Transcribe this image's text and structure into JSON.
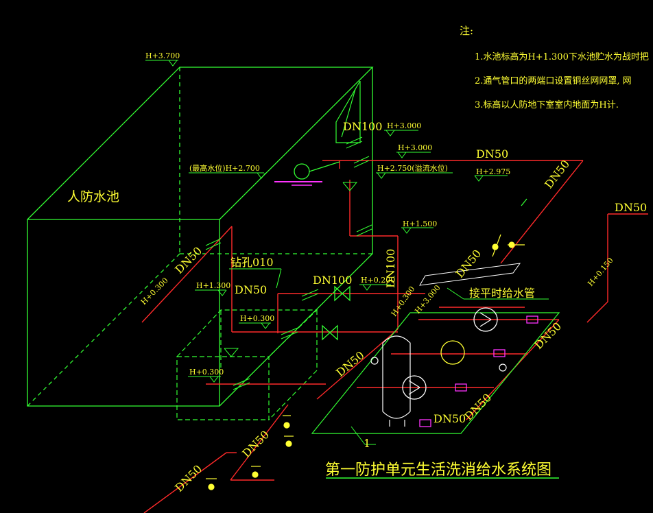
{
  "notes": {
    "title": "注:",
    "items": [
      "1.水池标高为H+1.300下水池贮水为战时把",
      "2.通气管口的两端口设置铜丝网网罩, 网",
      "3.标高以人防地下室室内地面为H计."
    ]
  },
  "labels": {
    "tank_name": "人防水池",
    "h_3700": "H+3.700",
    "max_water_level": "(最高水位)H+2.700",
    "overflow_level": "H+2.750(溢流水位)",
    "h_3000_a": "H+3.000",
    "h_3000_b": "H+3.000",
    "h_2975": "H+2.975",
    "h_1500": "H+1.500",
    "h_1300": "H+1.300",
    "h_0300_a": "H+0.300",
    "h_0300_b": "H+0.300",
    "h_0300_c": "H+0.300",
    "h_0300_d": "H+0.300",
    "h_0200": "H+0.200",
    "h_3000_c": "H+3.000",
    "h_0150": "H+0.150",
    "drill_hole": "钻孔010",
    "connect_pipe": "接平时给水管",
    "pump_tag": "1"
  },
  "pipes": {
    "dn100_top": "DN100",
    "dn50_top": "DN50",
    "dn50_diag_right": "DN50",
    "dn50_far_right": "DN50",
    "dn50_tank_left": "DN50",
    "dn50_mid": "DN50",
    "dn100_mid": "DN100",
    "dn100_vertical": "DN100",
    "dn50_pump_header": "DN50",
    "dn50_pump_left": "DN50",
    "dn50_pump_right": "DN50",
    "dn50_pump_bottom": "DN50",
    "dn50_pump_bottom2": "DN50",
    "dn50_bottom_a": "DN50",
    "dn50_bottom_b": "DN50"
  },
  "title": "第一防护单元生活洗消给水系统图",
  "colors": {
    "background": "#000000",
    "pipe_red": "#ff2a2a",
    "outline_green": "#33ff33",
    "text_yellow": "#ffff33",
    "valve_magenta": "#ff33ff",
    "white": "#ffffff"
  }
}
